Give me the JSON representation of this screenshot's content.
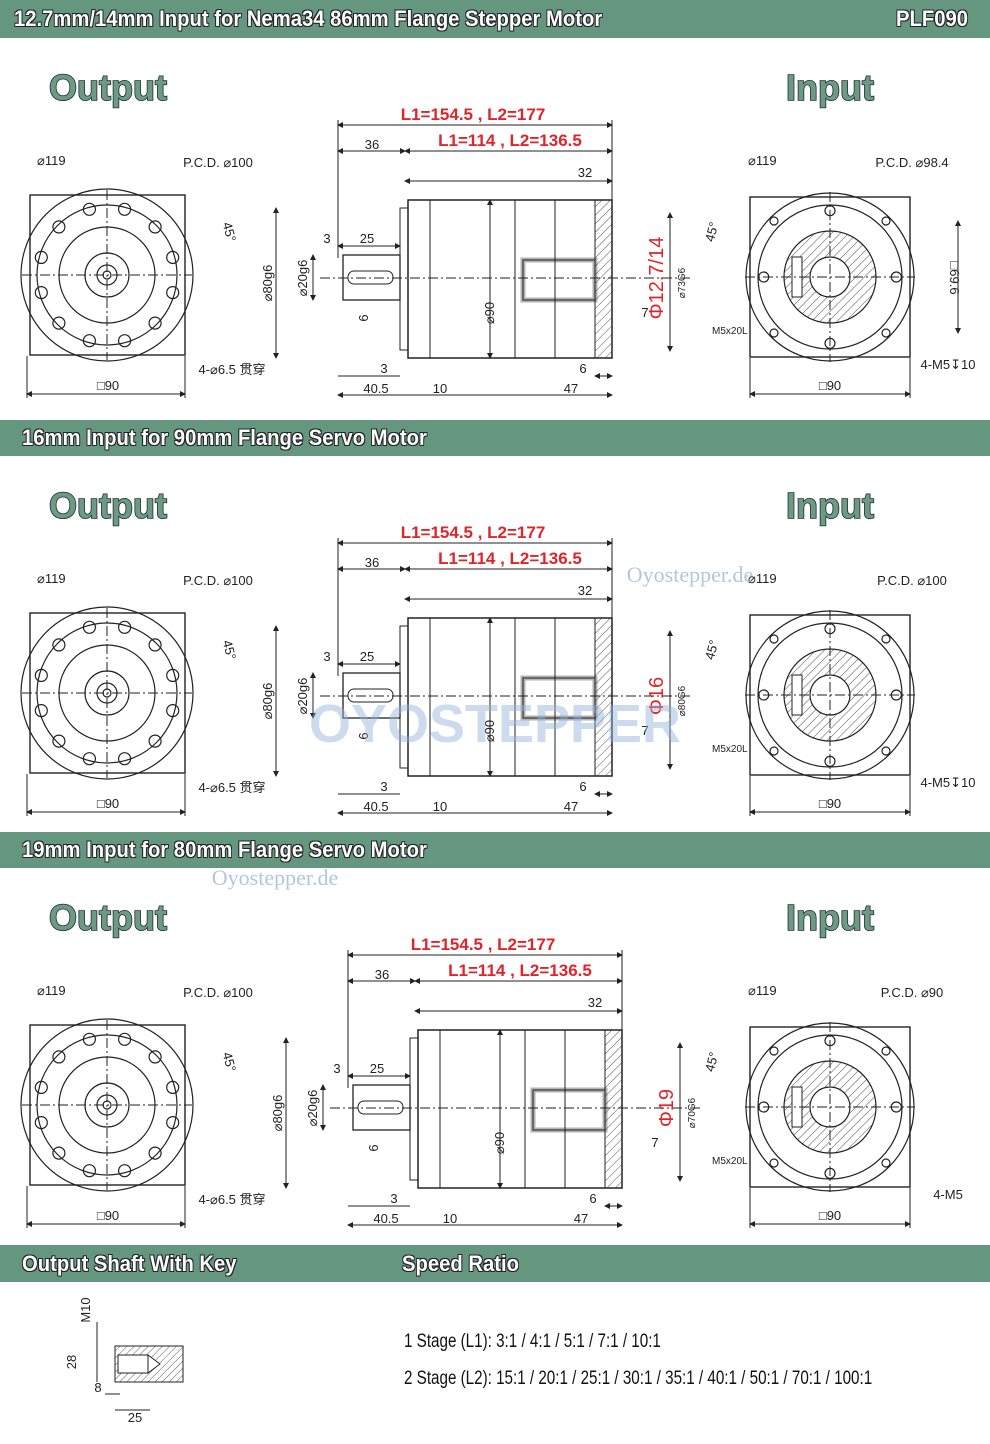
{
  "header": {
    "title": "12.7mm/14mm Input for Nema34 86mm Flange Stepper Motor",
    "model": "PLF090"
  },
  "colors": {
    "bar": "#65967f",
    "dimension_red": "#e0242a",
    "line": "#222222"
  },
  "sections": [
    {
      "title": "12.7mm/14mm Input for Nema34 86mm Flange Stepper Motor",
      "output_label": "Output",
      "input_label": "Input",
      "out_d119": "⌀119",
      "out_pcd": "P.C.D. ⌀100",
      "out_angle": "45°",
      "out_holes": "4-⌀6.5 贯穿",
      "out_sq": "□90",
      "l_total": "L1=154.5 , L2=177",
      "l_body": "L1=114 , L2=136.5",
      "d36": "36",
      "d32": "32",
      "d3a": "3",
      "d25": "25",
      "d6a": "6",
      "d80": "⌀80g6",
      "d20": "⌀20g6",
      "d90": "⌀90",
      "bore": "Φ12.7/14",
      "pilot": "⌀73G6",
      "d7": "7",
      "d3b": "3",
      "d6b": "6",
      "d40": "40.5",
      "d10": "10",
      "d47": "47",
      "in_d119": "⌀119",
      "in_pcd": "P.C.D. ⌀98.4",
      "in_angle": "45°",
      "in_sq2": "□69.6",
      "in_screw": "M5x20L",
      "in_holes": "4-M5↧10",
      "in_sq": "□90"
    },
    {
      "title": "16mm Input for 90mm Flange Servo Motor",
      "output_label": "Output",
      "input_label": "Input",
      "out_d119": "⌀119",
      "out_pcd": "P.C.D. ⌀100",
      "out_angle": "45°",
      "out_holes": "4-⌀6.5 贯穿",
      "out_sq": "□90",
      "l_total": "L1=154.5 , L2=177",
      "l_body": "L1=114 , L2=136.5",
      "d36": "36",
      "d32": "32",
      "d3a": "3",
      "d25": "25",
      "d6a": "6",
      "d80": "⌀80g6",
      "d20": "⌀20g6",
      "d90": "⌀90",
      "bore": "Φ16",
      "pilot": "⌀80G6",
      "d7": "7",
      "d3b": "3",
      "d6b": "6",
      "d40": "40.5",
      "d10": "10",
      "d47": "47",
      "in_d119": "⌀119",
      "in_pcd": "P.C.D. ⌀100",
      "in_angle": "45°",
      "in_screw": "M5x20L",
      "in_holes": "4-M5↧10",
      "in_sq": "□90",
      "watermark_small": "Oyostepper.de",
      "watermark_big": "OYOSTEPPER"
    },
    {
      "title": "19mm Input for 80mm Flange Servo Motor",
      "output_label": "Output",
      "input_label": "Input",
      "out_d119": "⌀119",
      "out_pcd": "P.C.D. ⌀100",
      "out_angle": "45°",
      "out_holes": "4-⌀6.5 贯穿",
      "out_sq": "□90",
      "l_total": "L1=154.5 , L2=177",
      "l_body": "L1=114 , L2=136.5",
      "d36": "36",
      "d32": "32",
      "d3a": "3",
      "d25": "25",
      "d6a": "6",
      "d80": "⌀80g6",
      "d20": "⌀20g6",
      "d90": "⌀90",
      "bore": "Φ19",
      "pilot": "⌀70G6",
      "d7": "7",
      "d3b": "3",
      "d6b": "6",
      "d40": "40.5",
      "d10": "10",
      "d47": "47",
      "in_d119": "⌀119",
      "in_pcd": "P.C.D. ⌀90",
      "in_angle": "45°",
      "in_screw": "M5x20L",
      "in_holes": "4-M5",
      "in_sq": "□90",
      "watermark_small": "Oyostepper.de"
    }
  ],
  "bottom": {
    "shaft_title": "Output Shaft With Key",
    "ratio_title": "Speed Ratio",
    "shaft_dims": {
      "thread": "M10",
      "d28": "28",
      "d8": "8",
      "d25": "25"
    },
    "ratios": [
      "1 Stage (L1): 3:1 / 4:1 / 5:1 / 7:1 / 10:1",
      "2 Stage (L2): 15:1 / 20:1 / 25:1 / 30:1 / 35:1 / 40:1 / 50:1 / 70:1 / 100:1"
    ]
  }
}
